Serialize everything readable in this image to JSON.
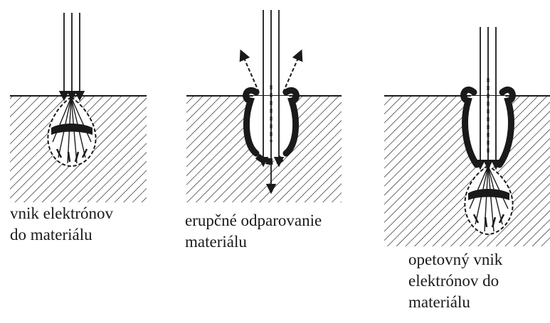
{
  "figure": {
    "panels": [
      {
        "id": "stage-1",
        "caption": "vnik elektrónov\n do materiálu"
      },
      {
        "id": "stage-2",
        "caption": "erupčné odparovanie\nmateriálu"
      },
      {
        "id": "stage-3",
        "caption": "opetovný vnik\nelektrónov do\nmateriálu"
      }
    ],
    "colors": {
      "ink": "#1a1a1a",
      "background": "#ffffff"
    }
  }
}
